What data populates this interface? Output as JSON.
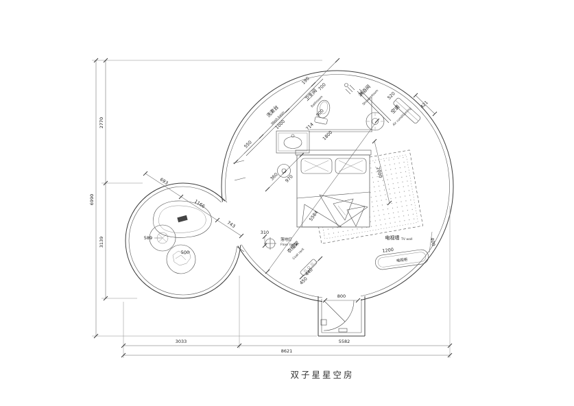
{
  "title": "双子星星空房",
  "labels": {
    "bathroom": {
      "cn": "卫生间",
      "en": "Bathroom"
    },
    "shower": {
      "cn": "淋浴间",
      "en": "Shower room"
    },
    "washbasin": {
      "cn": "洗漱台",
      "en": "Wash basin"
    },
    "ac": {
      "cn": "空调",
      "en": "Air conditioning"
    },
    "floor_lamp": {
      "cn": "落地灯",
      "en": "Floor lamp"
    },
    "coat_rack": {
      "cn": "衣帽架",
      "en": "Coat rack"
    },
    "tv_wall": {
      "cn": "电视墙",
      "en": "TV wall"
    },
    "tv_cabinet": {
      "cn": "电视柜"
    }
  },
  "dims": {
    "overall_h": "6990",
    "h_top": "2770",
    "h_bottom": "3139",
    "w_left": "3033",
    "w_right": "5582",
    "overall_w": "8621",
    "d190": "190",
    "d700": "700",
    "d520": "520",
    "d421": "421",
    "d900": "900",
    "d714": "714",
    "d1000": "1000",
    "d1800": "1800",
    "d550": "550",
    "d360": "360",
    "d970": "970",
    "d2000": "2000",
    "d5584": "5584",
    "d693": "693",
    "d1166": "1166",
    "d743": "743",
    "d589": "589",
    "d500": "500",
    "d310": "310",
    "d440": "440",
    "d450": "450",
    "d1200": "1200",
    "d400": "400",
    "d800": "800"
  }
}
